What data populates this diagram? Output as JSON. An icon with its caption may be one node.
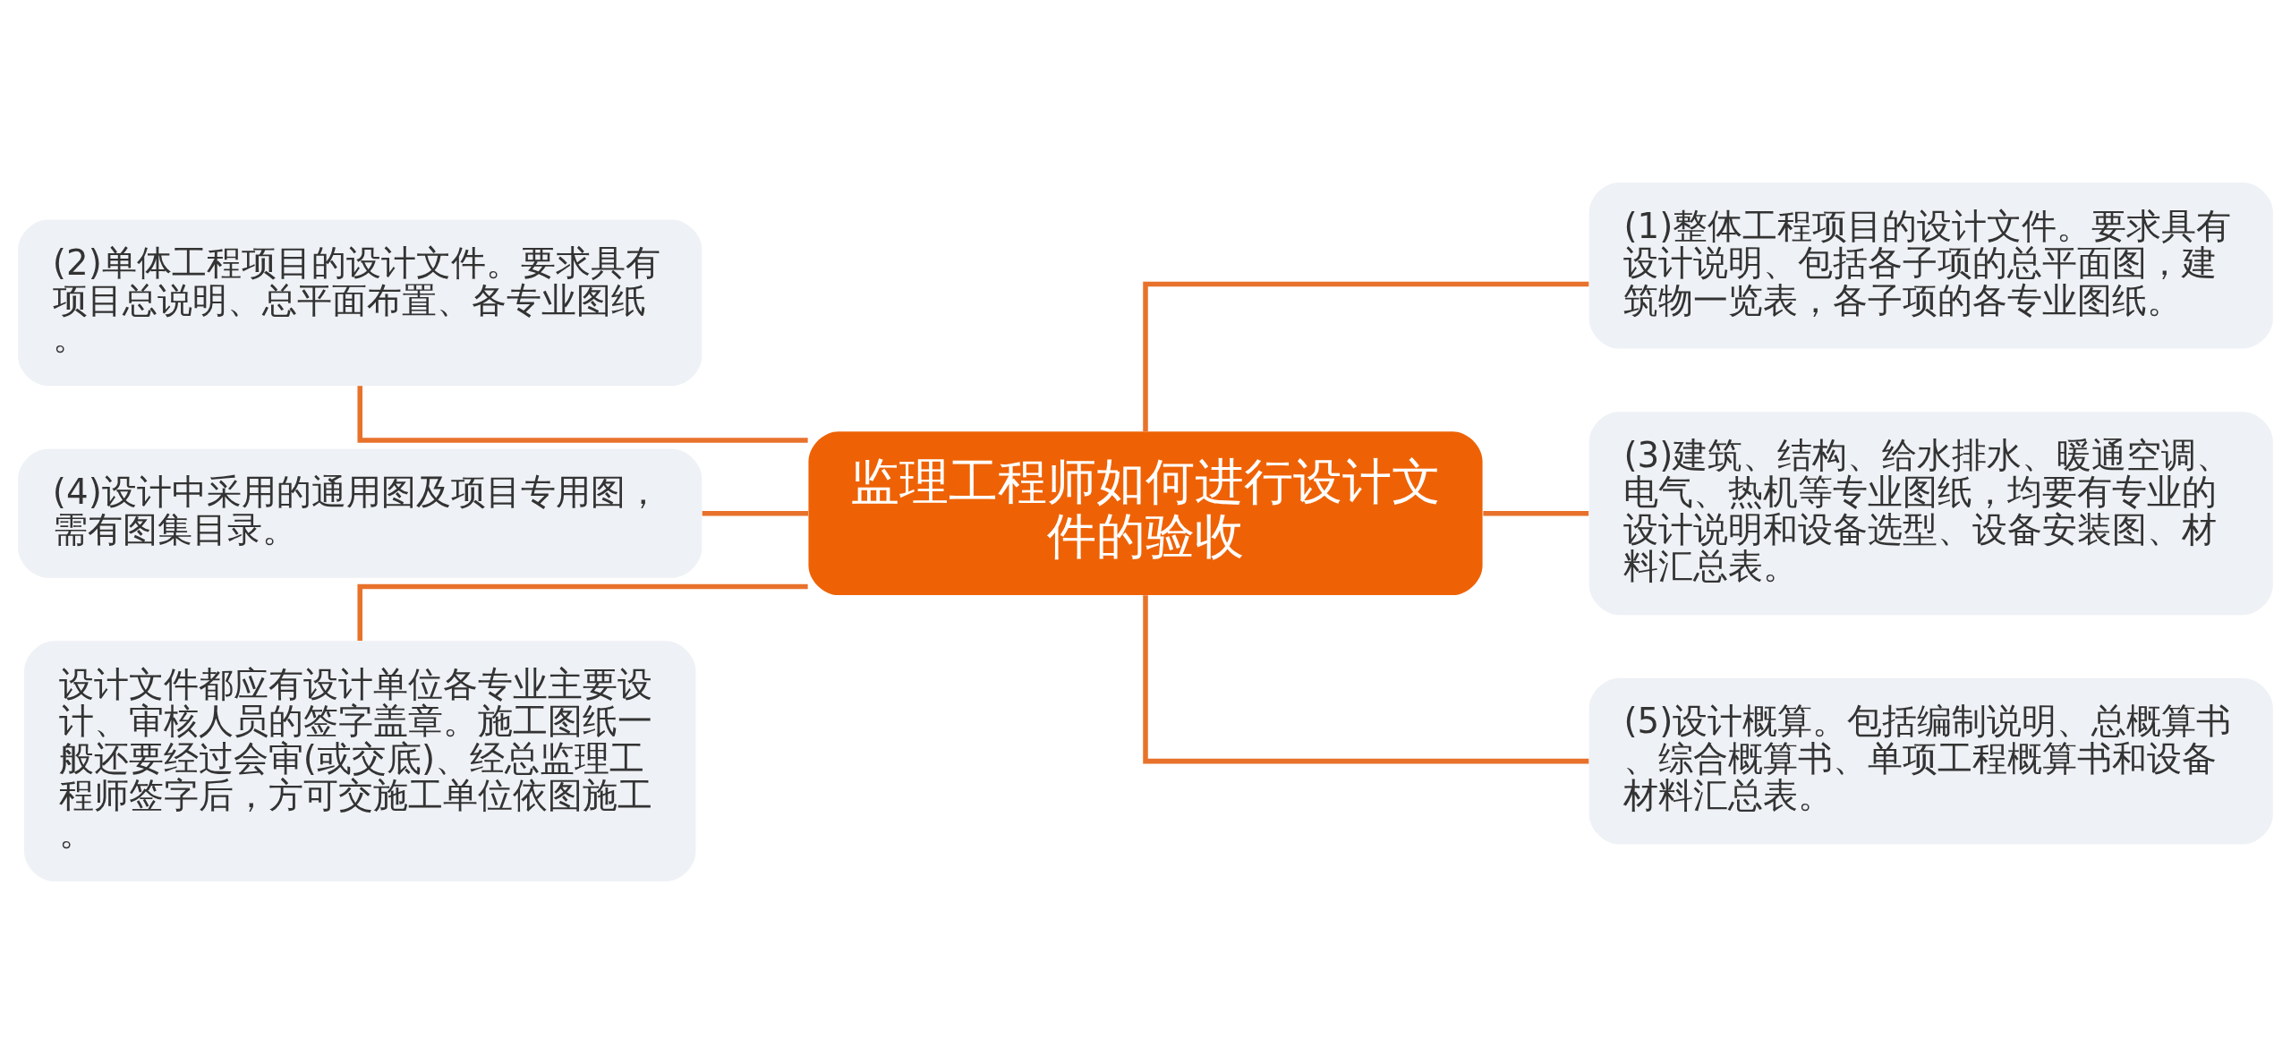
{
  "diagram": {
    "nodes": [
      {
        "text": [
          "监理工程师如何进行设计文件的验收"
        ]
      },
      {
        "text": [
          "(1)整体工程项目的设计文件。要求具有设计说明、包括各子项的总平面图，建筑物一览表，各子项的各专业图纸。"
        ]
      },
      {
        "text": [
          "(3)建筑、结构、给水排水、暖通空调、电气、热机等专业图纸，均要有专业的设计说明和设备选型、设备安装图、材料汇总表。"
        ]
      },
      {
        "text": [
          "(5)设计概算。包括编制说明、总概算书、综合概算书、单项工程概算书和设备材料汇总表。"
        ]
      },
      {
        "text": [
          "(2)单体工程项目的设计文件。要求具有项目总说明、总平面布置、各专业图纸。"
        ]
      },
      {
        "text": [
          "(4)设计中采用的通用图及项目专用图，需有图集目录。"
        ]
      },
      {
        "text": [
          "设计文件都应有设计单位各专业主要设计、审核人员的签字盖章。施工图纸一般还要经过会审(或交底)、经总监理工程师签字后，方可交施工单位依图施工。"
        ]
      }
    ],
    "edges": [
      {
        "from": 0,
        "to": 1,
        "arrow": "none"
      },
      {
        "from": 0,
        "to": 2,
        "arrow": "none"
      },
      {
        "from": 0,
        "to": 3,
        "arrow": "none"
      },
      {
        "from": 0,
        "to": 4,
        "arrow": "none"
      },
      {
        "from": 0,
        "to": 5,
        "arrow": "none"
      },
      {
        "from": 0,
        "to": 6,
        "arrow": "none"
      }
    ]
  }
}
